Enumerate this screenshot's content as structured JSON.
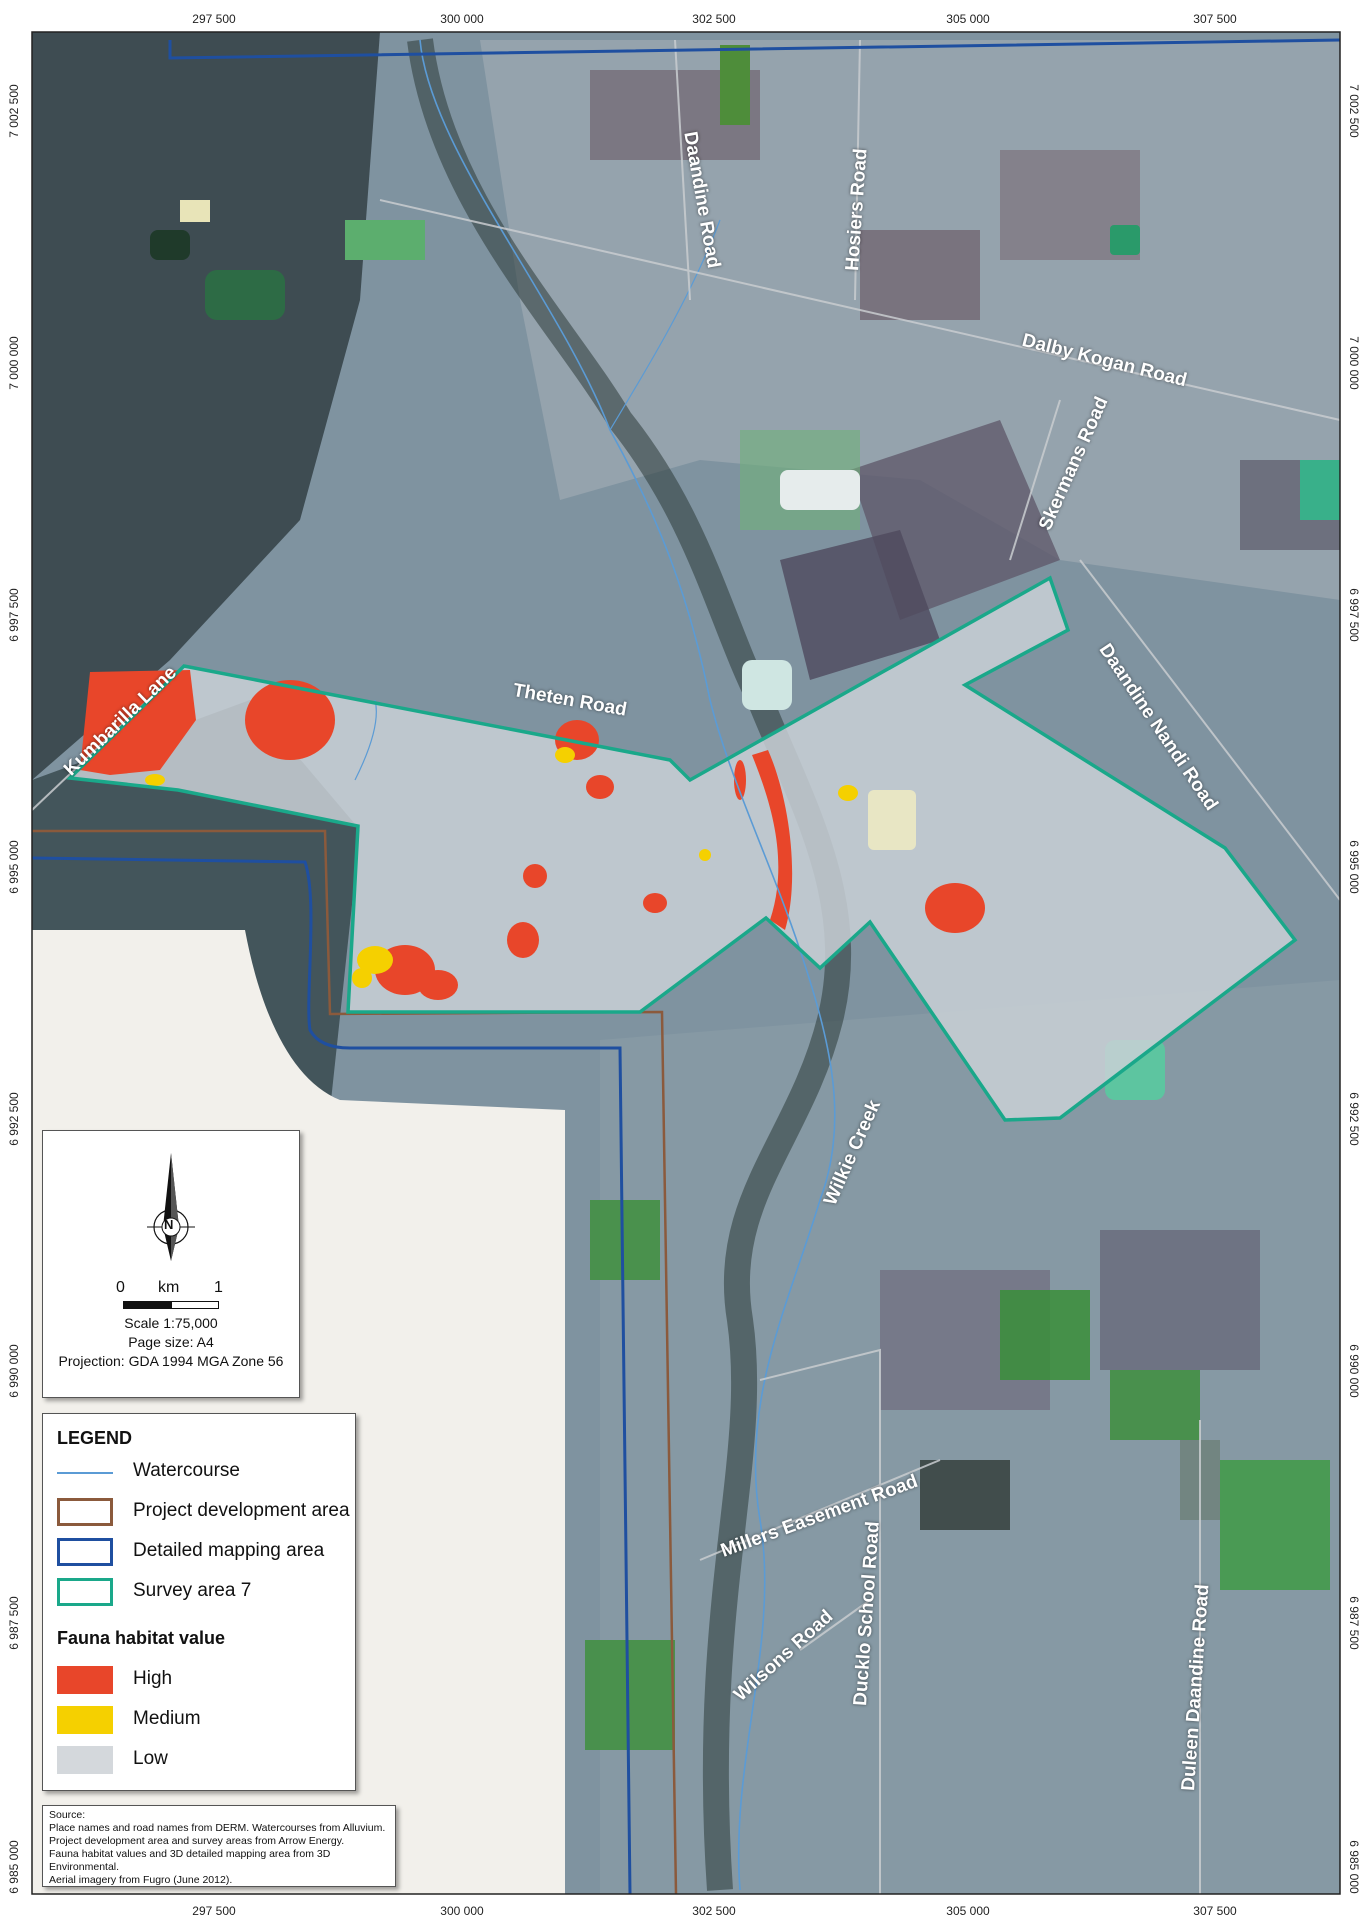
{
  "map": {
    "grid_top": [
      "297 500",
      "300 000",
      "302 500",
      "305 000",
      "307 500"
    ],
    "grid_bottom": [
      "297 500",
      "300 000",
      "302 500",
      "305 000",
      "307 500"
    ],
    "grid_left": [
      "7 002 500",
      "7 000 000",
      "6 997 500",
      "6 995 000",
      "6 992 500",
      "6 990 000",
      "6 987 500",
      "6 985 000"
    ],
    "grid_right": [
      "7 002 500",
      "7 000 000",
      "6 997 500",
      "6 995 000",
      "6 992 500",
      "6 990 000",
      "6 987 500",
      "6 985 000"
    ],
    "roads": {
      "daandine_road": "Daandine Road",
      "hosiers_road": "Hosiers Road",
      "dalby_kogan_road": "Dalby Kogan Road",
      "skermans_road": "Skermans Road",
      "theten_road": "Theten Road",
      "kumbarilla_lane": "Kumbarilla Lane",
      "daandine_nandi_road": "Daandine Nandi Road",
      "wilkie_creek": "Wilkie Creek",
      "millers_easement_road": "Millers Easement Road",
      "ducklo_school_road": "Ducklo School Road",
      "wilsons_road": "Wilsons Road",
      "duleen_daandine_road": "Duleen Daandine Road"
    }
  },
  "scale": {
    "north": "N",
    "bar_zero": "0",
    "bar_unit": "km",
    "bar_one": "1",
    "scale_text": "Scale 1:75,000",
    "page_size": "Page size: A4",
    "projection": "Projection: GDA 1994 MGA Zone 56"
  },
  "legend": {
    "title": "LEGEND",
    "watercourse": "Watercourse",
    "project_area": "Project development area",
    "detailed_area": "Detailed mapping area",
    "survey_area": "Survey area 7",
    "fauna_title": "Fauna habitat value",
    "high": "High",
    "medium": "Medium",
    "low": "Low",
    "colors": {
      "watercourse": "#5b9bd5",
      "project_area": "#8b5a3c",
      "detailed_area": "#1f4fa0",
      "survey_area": "#1aa88a",
      "high": "#e8462a",
      "medium": "#f5d000",
      "low": "#d4d8dc"
    }
  },
  "source": {
    "line1": "Source:",
    "line2": "Place names and road names from DERM. Watercourses from Alluvium.",
    "line3": "Project development area and survey areas from Arrow Energy.",
    "line4": "Fauna habitat values and 3D detailed mapping area from 3D Environmental.",
    "line5": "Aerial imagery from Fugro (June 2012)."
  }
}
